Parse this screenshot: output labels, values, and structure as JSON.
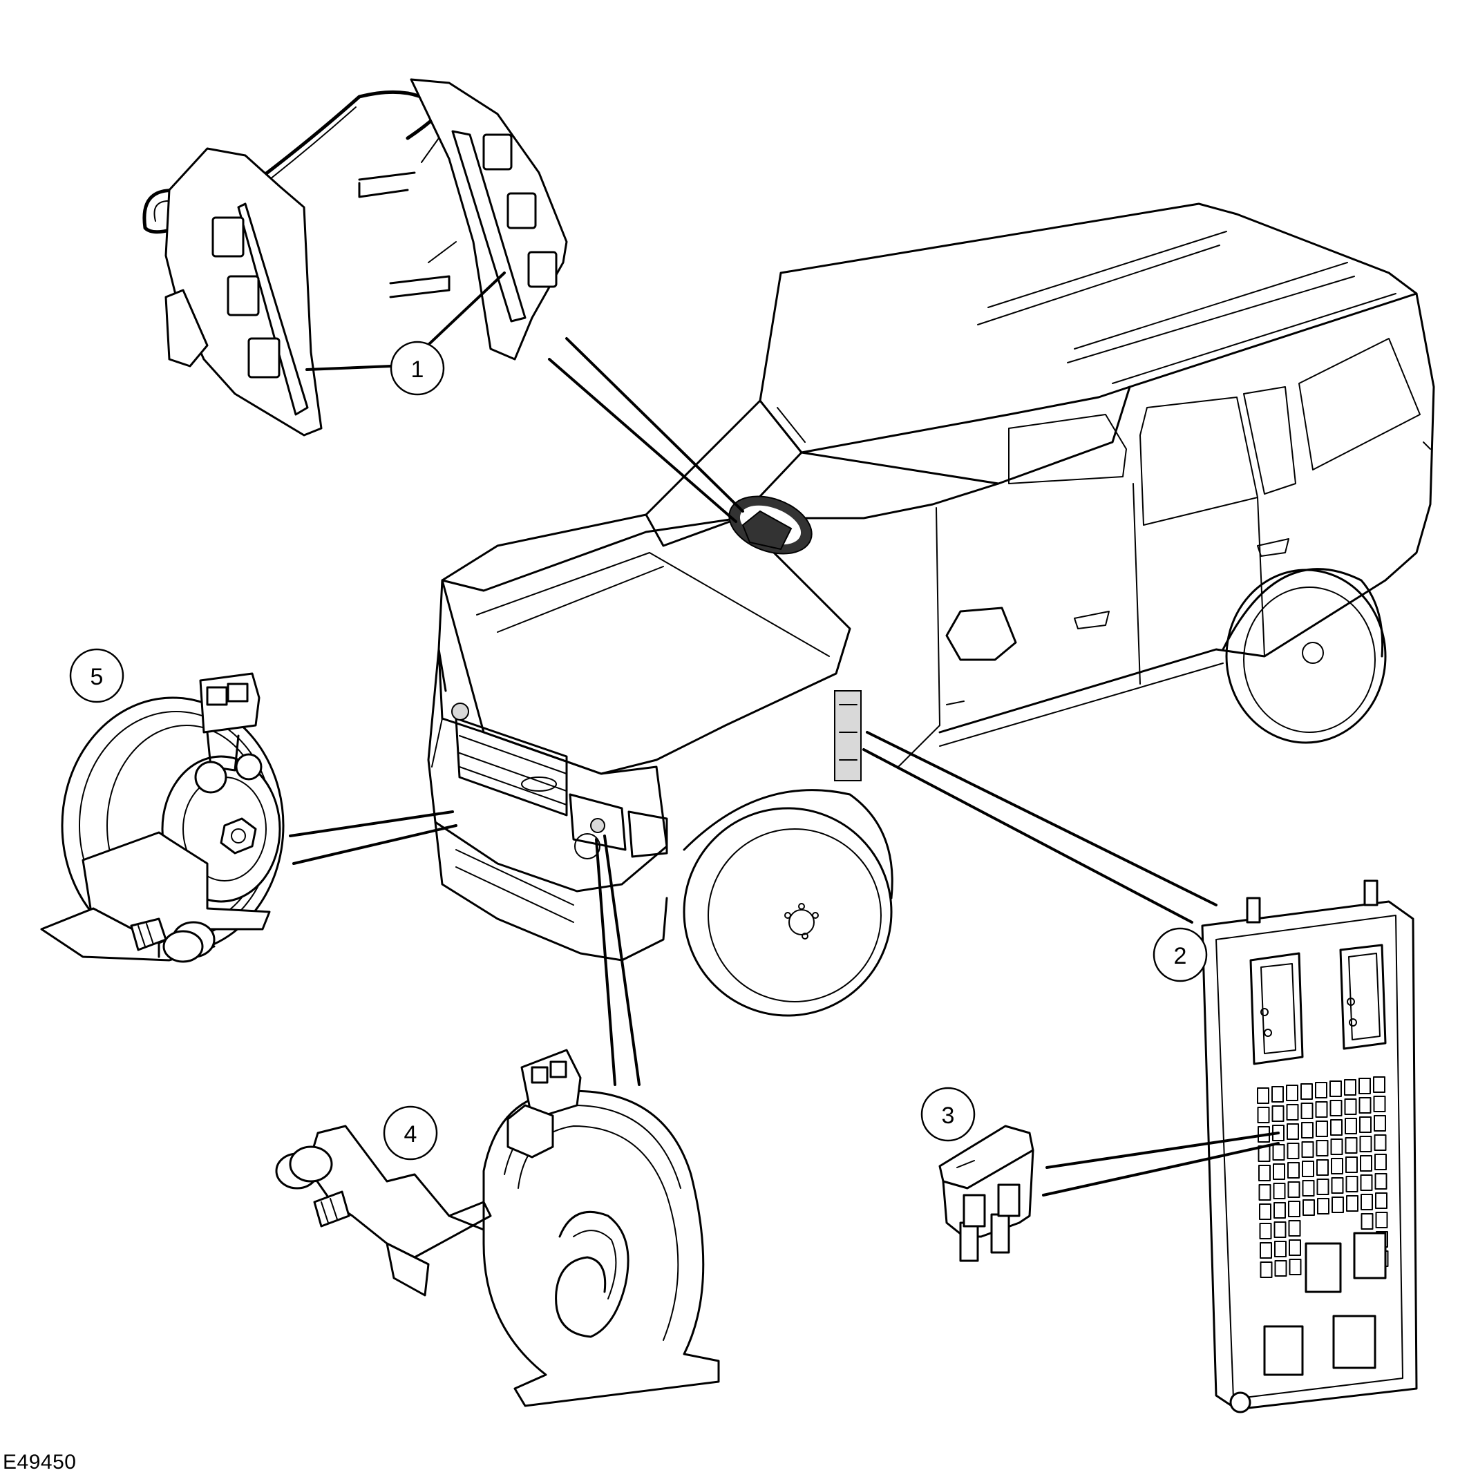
{
  "figure_id": "E49450",
  "callouts": [
    {
      "number": "1"
    },
    {
      "number": "2"
    },
    {
      "number": "3"
    },
    {
      "number": "4"
    },
    {
      "number": "5"
    }
  ]
}
